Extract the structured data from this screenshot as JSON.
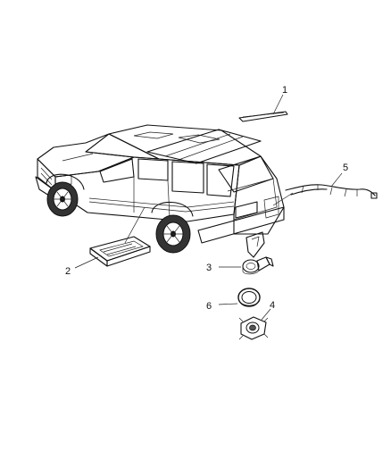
{
  "diagram": {
    "callouts": [
      {
        "id": "1",
        "label": "1"
      },
      {
        "id": "2",
        "label": "2"
      },
      {
        "id": "3",
        "label": "3"
      },
      {
        "id": "4",
        "label": "4"
      },
      {
        "id": "5",
        "label": "5"
      },
      {
        "id": "6",
        "label": "6"
      }
    ],
    "parts": [
      {
        "callout": "1",
        "name": "roof-antenna-bar"
      },
      {
        "callout": "2",
        "name": "control-module"
      },
      {
        "callout": "3",
        "name": "park-assist-sensor"
      },
      {
        "callout": "4",
        "name": "sensor-retainer-bracket"
      },
      {
        "callout": "5",
        "name": "sensor-wiring-harness"
      },
      {
        "callout": "6",
        "name": "sensor-bezel-ring"
      }
    ],
    "colors": {
      "line": "#111111",
      "background": "#ffffff"
    }
  }
}
